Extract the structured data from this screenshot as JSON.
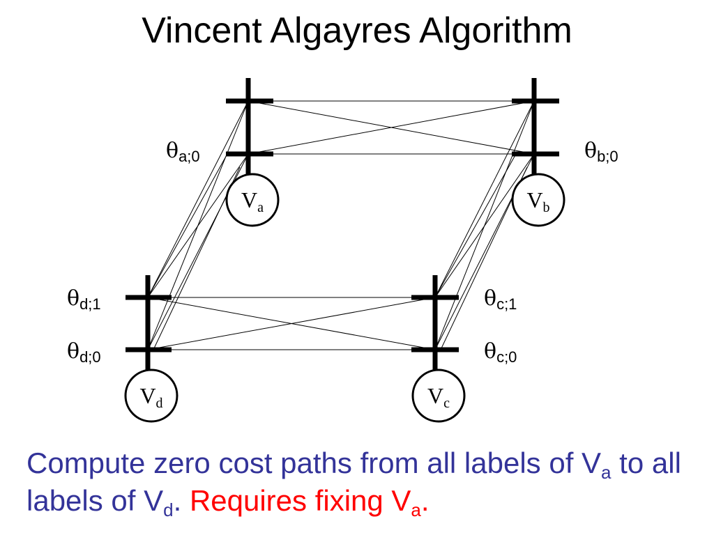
{
  "title": "Vincent Algayres Algorithm",
  "colors": {
    "caption": "#333399",
    "highlight": "#ff0000",
    "ink": "#000000"
  },
  "nodes": {
    "a": {
      "main": "V",
      "sub": "a"
    },
    "b": {
      "main": "V",
      "sub": "b"
    },
    "c": {
      "main": "V",
      "sub": "c"
    },
    "d": {
      "main": "V",
      "sub": "d"
    }
  },
  "labels": {
    "theta_symbol": "θ",
    "a0": "a;0",
    "b0": "b;0",
    "c1": "c;1",
    "c0": "c;0",
    "d1": "d;1",
    "d0": "d;0"
  },
  "caption": {
    "part1": "Compute zero cost  paths from all labels of V",
    "sub1": "a",
    "part2": " to all labels of V",
    "sub2": "d",
    "part3": ". ",
    "red_part": "Requires fixing V",
    "red_sub": "a",
    "red_end": "."
  }
}
